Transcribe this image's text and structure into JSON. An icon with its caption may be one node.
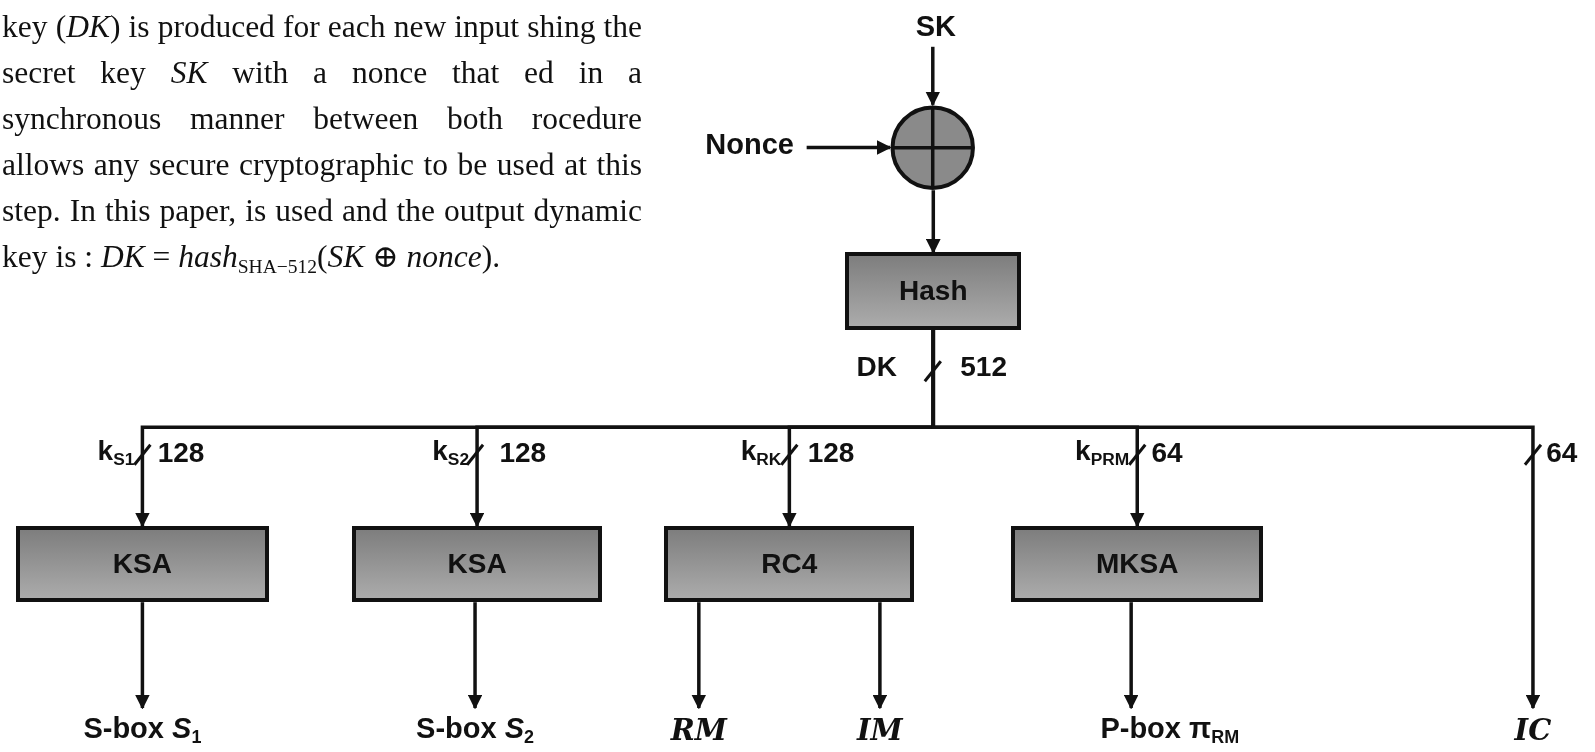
{
  "diagram": {
    "nodes": [
      {
        "text": [
          "SK"
        ]
      },
      {
        "text": [
          "Nonce"
        ]
      },
      {
        "text": [],
        "shape": "circle"
      },
      {
        "text": [
          "Hash"
        ]
      },
      {
        "text": [
          "KSA"
        ]
      },
      {
        "text": [
          "KSA"
        ]
      },
      {
        "text": [
          "RC4"
        ]
      },
      {
        "text": [
          "MKSA"
        ]
      },
      {
        "text": [
          "S-box *S*$_{1}$"
        ]
      },
      {
        "text": [
          "S-box *S*$_{2}$"
        ]
      },
      {
        "text": [
          "RM"
        ]
      },
      {
        "text": [
          "IM"
        ]
      },
      {
        "text": [
          "P-box π$_{RM}$"
        ]
      },
      {
        "text": [
          "IC"
        ]
      }
    ],
    "edges": [
      {
        "from": 0,
        "to": 2,
        "arrow": "to"
      },
      {
        "from": 1,
        "to": 2,
        "arrow": "to"
      },
      {
        "from": 2,
        "to": 3,
        "arrow": "to"
      },
      {
        "from": 3,
        "to": 4,
        "arrow": "to",
        "label": "k$_{S1}$"
      },
      {
        "from": 3,
        "to": 5,
        "arrow": "to",
        "label": "k$_{S2}$"
      },
      {
        "from": 3,
        "to": 6,
        "arrow": "to",
        "label": "k$_{RK}$"
      },
      {
        "from": 3,
        "to": 7,
        "arrow": "to",
        "label": "k$_{PRM}$"
      },
      {
        "from": 3,
        "to": 13,
        "arrow": "to"
      },
      {
        "from": 4,
        "to": 8,
        "arrow": "to"
      },
      {
        "from": 5,
        "to": 9,
        "arrow": "to"
      },
      {
        "from": 6,
        "to": 10,
        "arrow": "to"
      },
      {
        "from": 6,
        "to": 11,
        "arrow": "to"
      },
      {
        "from": 7,
        "to": 12,
        "arrow": "to"
      }
    ],
    "labels": [
      "key (*DK*) is produced for each new input shing the secret key *SK* with a nonce that ed in a synchronous manner between both rocedure allows any secure cryptographic to be used at this step. In this paper, is used and the output dynamic key is : *DK* = *hash*$_{SHA−512}$(*SK* ⊕ *nonce*).",
      "DK",
      "512",
      "128",
      "128",
      "128",
      "64",
      "64"
    ]
  }
}
